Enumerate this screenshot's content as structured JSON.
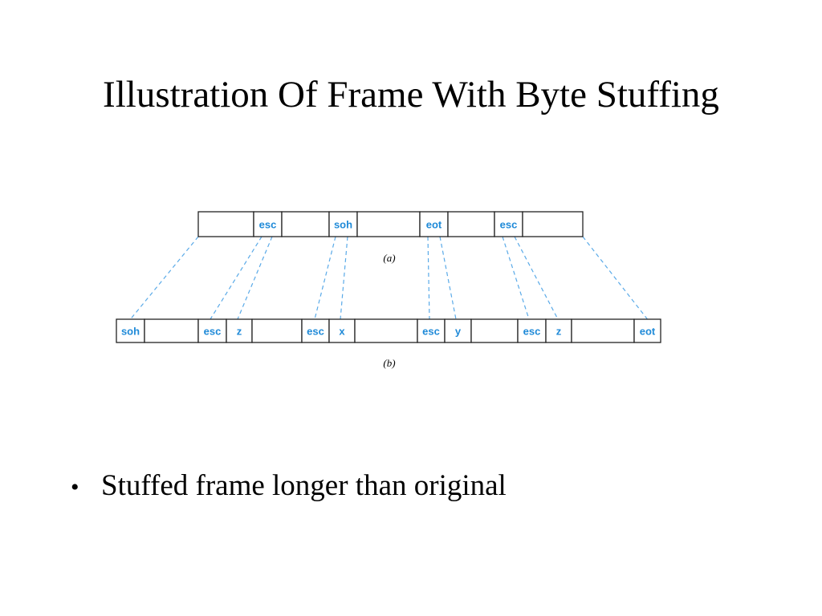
{
  "slide": {
    "title": "Illustration Of Frame With Byte Stuffing",
    "bullets": [
      "Stuffed frame longer than original"
    ]
  },
  "colors": {
    "highlight_text": "#1f8ad8",
    "connector": "#5aaae8",
    "cell_border": "#222222"
  },
  "diagram": {
    "frame_a": {
      "caption": "(a)",
      "cells": [
        "",
        "esc",
        "",
        "soh",
        "",
        "eot",
        "",
        "esc",
        ""
      ]
    },
    "frame_b": {
      "caption": "(b)",
      "cells": [
        "soh",
        "",
        "esc",
        "z",
        "",
        "esc",
        "x",
        "",
        "esc",
        "y",
        "",
        "esc",
        "z",
        "",
        "eot"
      ]
    }
  }
}
